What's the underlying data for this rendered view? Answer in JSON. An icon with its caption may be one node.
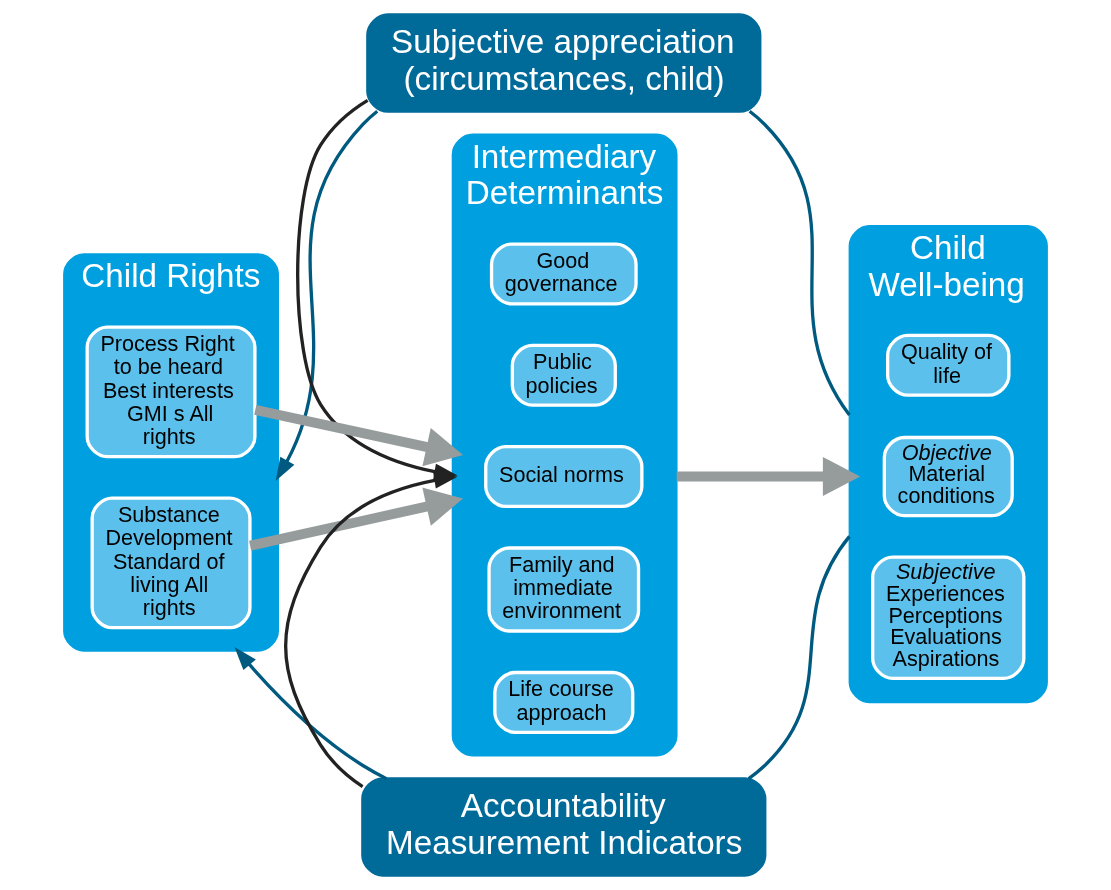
{
  "diagram": {
    "nodes": [
      {
        "text": [
          "Subjective appreciation (circumstances, child)"
        ]
      },
      {
        "text": [
          "Child Rights"
        ]
      },
      {
        "text": [
          "Process Right to be heard Best interests GMI s All rights"
        ],
        "in": 1
      },
      {
        "text": [
          "Substance Development Standard of living All rights"
        ],
        "in": 1
      },
      {
        "text": [
          "Intermediary Determinants"
        ]
      },
      {
        "text": [
          "Good governance"
        ],
        "in": 4
      },
      {
        "text": [
          "Public policies"
        ],
        "in": 4
      },
      {
        "text": [
          "Social norms"
        ],
        "in": 4
      },
      {
        "text": [
          "Family and immediate environment"
        ],
        "in": 4
      },
      {
        "text": [
          "Life course approach"
        ],
        "in": 4
      },
      {
        "text": [
          "Child Well-being"
        ]
      },
      {
        "text": [
          "Quality of life"
        ],
        "in": 10
      },
      {
        "text": [
          "Objective",
          "Material conditions"
        ],
        "in": 10
      },
      {
        "text": [
          "Subjective",
          "Experiences Perceptions Evaluations Aspirations"
        ],
        "in": 10
      },
      {
        "text": [
          "Accountability Measurement Indicators"
        ]
      }
    ],
    "edges": [
      {
        "from": 0,
        "to": 4,
        "arrow": "to",
        "color": "#222222"
      },
      {
        "from": 14,
        "to": 4,
        "arrow": "to",
        "color": "#222222"
      },
      {
        "from": 2,
        "to": 4,
        "arrow": "to",
        "style": "thick",
        "color": "#969c9c"
      },
      {
        "from": 3,
        "to": 4,
        "arrow": "to",
        "style": "thick",
        "color": "#969c9c"
      },
      {
        "from": 4,
        "to": 10,
        "arrow": "to",
        "style": "thick",
        "color": "#969c9c"
      },
      {
        "from": 10,
        "to": 0,
        "arrow": "none",
        "color": "#005a80"
      },
      {
        "from": 0,
        "to": 1,
        "arrow": "to",
        "color": "#005a80"
      },
      {
        "from": 10,
        "to": 14,
        "arrow": "none",
        "color": "#005a80"
      },
      {
        "from": 14,
        "to": 1,
        "arrow": "to",
        "color": "#005a80"
      }
    ]
  }
}
